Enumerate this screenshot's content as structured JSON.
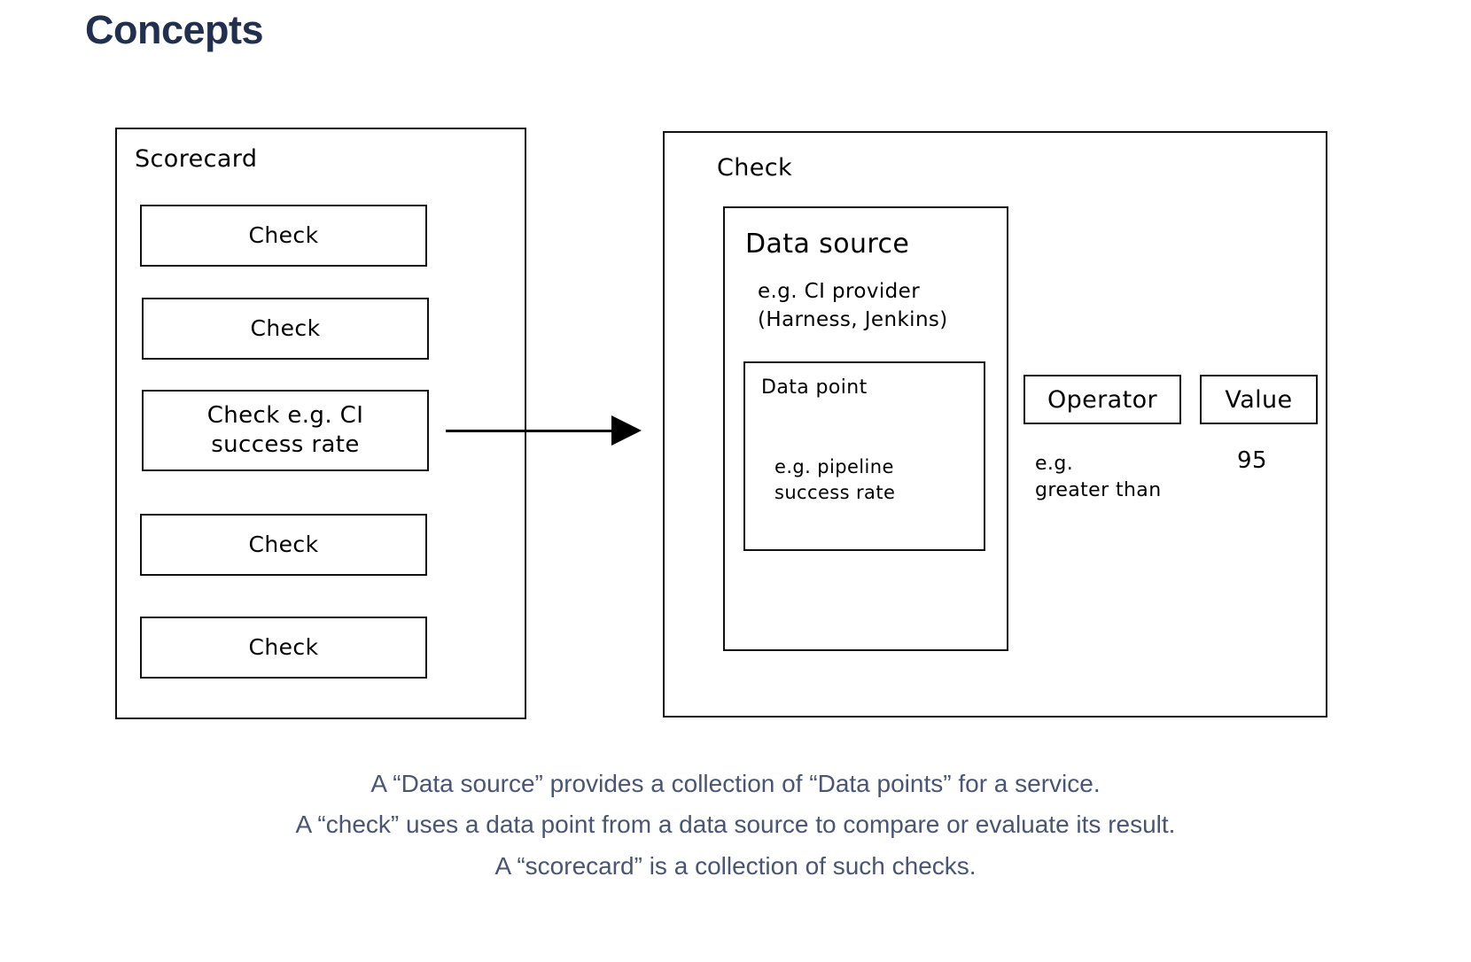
{
  "page": {
    "title": "Concepts",
    "title_color": "#22304f",
    "background": "#ffffff",
    "stroke_color": "#111111",
    "caption_color": "#485574"
  },
  "diagram": {
    "scorecard": {
      "label": "Scorecard",
      "checks": [
        {
          "label": "Check"
        },
        {
          "label": "Check"
        },
        {
          "label": "Check e.g. CI\nsuccess rate",
          "highlighted": true
        },
        {
          "label": "Check"
        },
        {
          "label": "Check"
        }
      ]
    },
    "arrow": {
      "name": "arrow-right",
      "from": "check-e-g-ci-success-rate",
      "to": "check-definition"
    },
    "check_definition": {
      "label": "Check",
      "data_source": {
        "title": "Data source",
        "example": "e.g. CI provider\n(Harness, Jenkins)",
        "data_point": {
          "title": "Data point",
          "example": "e.g. pipeline\nsuccess rate"
        }
      },
      "operator": {
        "label": "Operator",
        "example": "e.g.\ngreater than"
      },
      "value": {
        "label": "Value",
        "example": "95"
      }
    }
  },
  "caption": {
    "lines": [
      "A “Data source” provides a collection of “Data points” for a service.",
      "A “check” uses a data point from a data source to compare or evaluate its result.",
      "A “scorecard” is a collection of such checks."
    ]
  }
}
